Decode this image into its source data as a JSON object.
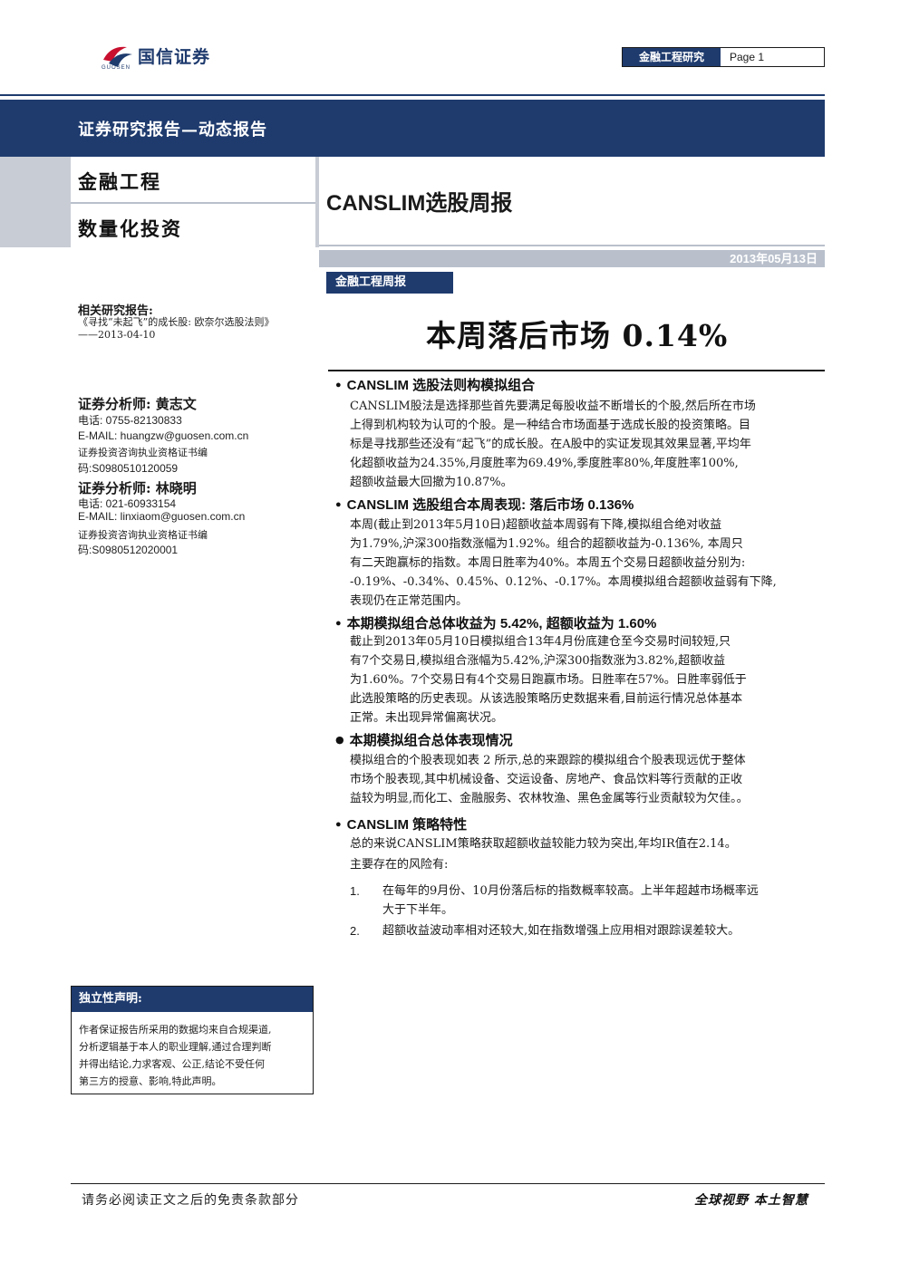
{
  "brand": {
    "name": "国信证券",
    "sub": "GUOSEN"
  },
  "header": {
    "tag": "金融工程研究",
    "page": "Page 1"
  },
  "banner": {
    "title": "证券研究报告—动态报告"
  },
  "categories": [
    "金融工程",
    "数量化投资"
  ],
  "report_title": "CANSLIM选股周报",
  "date": "2013年05月13日",
  "weekly_tag": "金融工程周报",
  "headline": "本周落后市场 0.14%",
  "related": {
    "title": "相关研究报告:",
    "lines": [
      "《寻找“未起飞”的成长股: 欧奈尔选股法则》",
      "——2013-04-10"
    ]
  },
  "analysts": [
    {
      "title": "证券分析师: 黄志文",
      "phone": "电话:   0755-82130833",
      "email": "E-MAIL:   huangzw@guosen.com.cn",
      "cert_label": "证券投资咨询执业资格证书编",
      "cert_no": "码:S0980510120059"
    },
    {
      "title": "证券分析师: 林晓明",
      "phone": "电话:   021-60933154",
      "email": "E-MAIL:   linxiaom@guosen.com.cn",
      "cert_label": "证券投资咨询执业资格证书编",
      "cert_no": "码:S0980512020001"
    }
  ],
  "sections": [
    {
      "heading": "CANSLIM 选股法则构模拟组合",
      "lines": [
        "CANSLIM股法是选择那些首先要满足每股收益不断增长的个股,然后所在市场",
        "上得到机构较为认可的个股。是一种结合市场面基于选成长股的投资策略。目",
        "标是寻找那些还没有“起飞”的成长股。在A股中的实证发现其效果显著,平均年",
        "化超额收益为24.35%,月度胜率为69.49%,季度胜率80%,年度胜率100%,",
        "超额收益最大回撤为10.87%。"
      ]
    },
    {
      "heading": "CANSLIM 选股组合本周表现: 落后市场 0.136%",
      "lines": [
        "本周(截止到2013年5月10日)超额收益本周弱有下降,模拟组合绝对收益",
        "为1.79%,沪深300指数涨幅为1.92%。组合的超额收益为-0.136%, 本周只",
        "有二天跑赢标的指数。本周日胜率为40%。本周五个交易日超额收益分别为:",
        "-0.19%、-0.34%、0.45%、0.12%、-0.17%。本周模拟组合超额收益弱有下降,",
        "表现仍在正常范围内。"
      ]
    },
    {
      "heading": "本期模拟组合总体收益为 5.42%, 超额收益为 1.60%",
      "lines": [
        "截止到2013年05月10日模拟组合13年4月份底建仓至今交易时间较短,只",
        "有7个交易日,模拟组合涨幅为5.42%,沪深300指数涨为3.82%,超额收益",
        "为1.60%。7个交易日有4个交易日跑赢市场。日胜率在57%。日胜率弱低于",
        "此选股策略的历史表现。从该选股策略历史数据来看,目前运行情况总体基本",
        "正常。未出现异常偏离状况。"
      ]
    },
    {
      "heading": "本期模拟组合总体表现情况",
      "lines": [
        "模拟组合的个股表现如表 2 所示,总的来跟踪的模拟组合个股表现远优于整体",
        "市场个股表现,其中机械设备、交运设备、房地产、食品饮料等行贡献的正收",
        "益较为明显,而化工、金融服务、农林牧渔、黑色金属等行业贡献较为欠佳。。"
      ]
    },
    {
      "heading": "CANSLIM 策略特性",
      "lines": [
        "总的来说CANSLIM策略获取超额收益较能力较为突出,年均IR值在2.14。",
        "主要存在的风险有:"
      ]
    }
  ],
  "risks": [
    {
      "n": "1.",
      "lines": [
        "在每年的9月份、10月份落后标的指数概率较高。上半年超越市场概率远",
        "大于下半年。"
      ]
    },
    {
      "n": "2.",
      "lines": [
        "超额收益波动率相对还较大,如在指数增强上应用相对跟踪误差较大。"
      ]
    }
  ],
  "declaration": {
    "title": "独立性声明:",
    "lines": [
      "作者保证报告所采用的数据均来自合规渠道,",
      "分析逻辑基于本人的职业理解,通过合理判断",
      "并得出结论,力求客观、公正,结论不受任何",
      "第三方的授意、影响,特此声明。"
    ]
  },
  "footer": {
    "left": "请务必阅读正文之后的免责条款部分",
    "right": "全球视野  本土智慧"
  },
  "colors": {
    "navy": "#1f3b6e",
    "grey": "#b9c0cc",
    "logo_red": "#c8102e"
  }
}
